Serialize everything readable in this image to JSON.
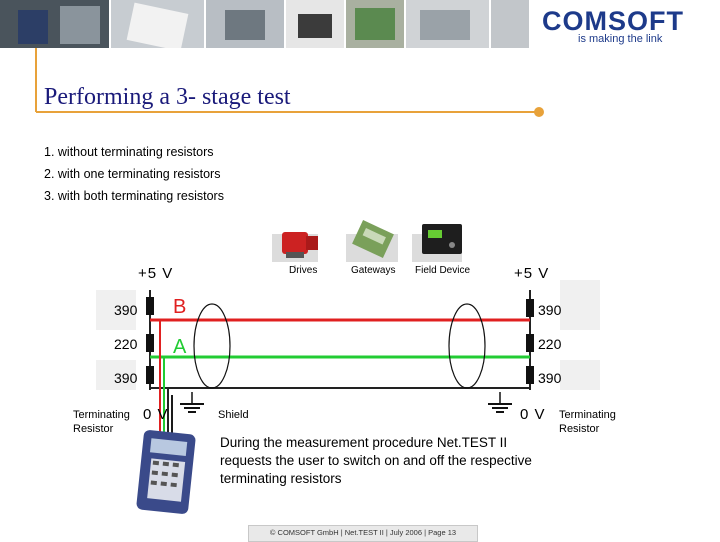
{
  "header": {
    "brand": "COMSOFT",
    "tagline": "is making the link"
  },
  "slide": {
    "title": "Performing a 3- stage test",
    "steps": [
      "1. without terminating resistors",
      "2. with one terminating resistors",
      "3. with both terminating resistors"
    ]
  },
  "devices": {
    "drives": "Drives",
    "gateways": "Gateways",
    "field_device": "Field Device"
  },
  "diagram": {
    "supply_left": "+5 V",
    "supply_right": "+5 V",
    "line_b": "B",
    "line_a": "A",
    "left_resistors": [
      "390",
      "220",
      "390"
    ],
    "right_resistors": [
      "390",
      "220",
      "390"
    ],
    "ground_left": "0 V",
    "ground_right": "0 V",
    "shield": "Shield",
    "term_left": "Terminating Resistor",
    "term_right": "Terminating Resistor"
  },
  "note": "During the measurement procedure Net.TEST II requests the user to switch on and off the respective terminating resistors",
  "footer": "© COMSOFT GmbH | Net.TEST II | July 2006 | Page 13",
  "colors": {
    "line_b": "#e02020",
    "line_a": "#22cc33",
    "title": "#1a1a7a",
    "frame": "#e8a23a",
    "brand": "#1d3a8a"
  },
  "icons": [
    "drive-motor-icon",
    "gateway-module-icon",
    "field-device-icon",
    "handheld-tester-icon",
    "ground-icon"
  ]
}
